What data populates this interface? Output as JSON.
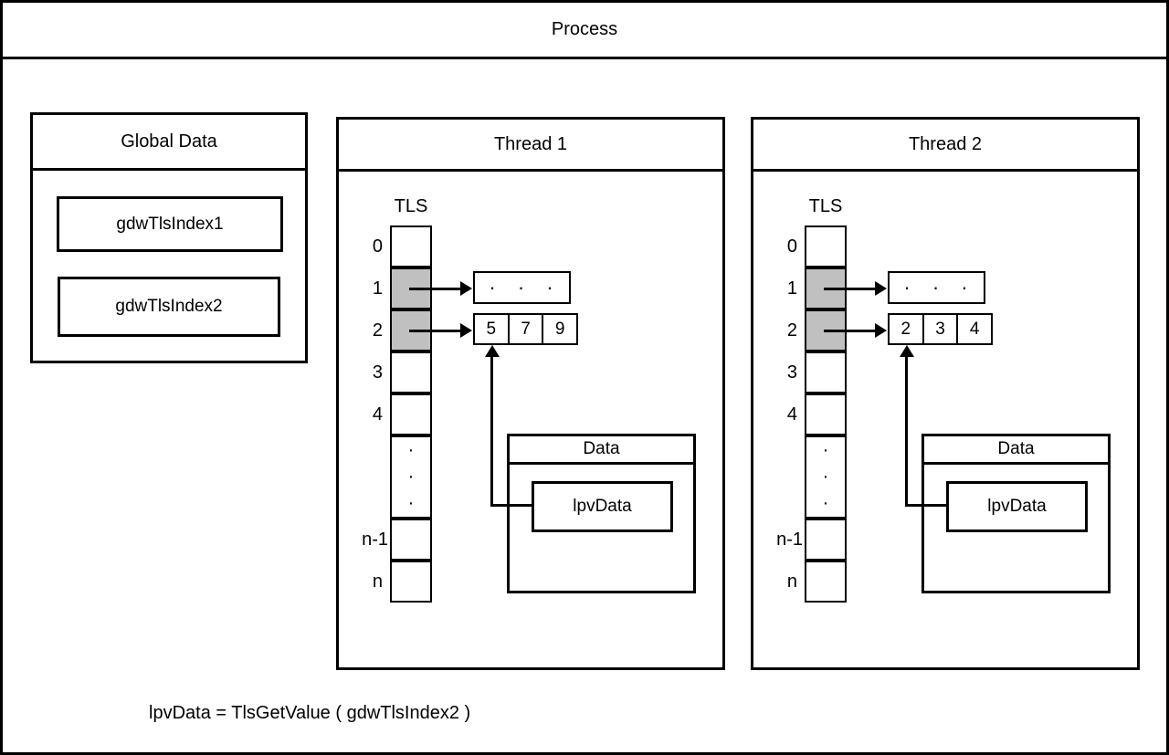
{
  "process": {
    "title": "Process"
  },
  "global_data": {
    "title": "Global Data",
    "items": [
      "gdwTlsIndex1",
      "gdwTlsIndex2"
    ]
  },
  "threads": [
    {
      "title": "Thread 1",
      "tls_label": "TLS",
      "slot_labels": [
        "0",
        "1",
        "2",
        "3",
        "4",
        "n-1",
        "n"
      ],
      "dots": "·\n·\n·",
      "ellipsis": "· · ·",
      "values": [
        "5",
        "7",
        "9"
      ],
      "data_title": "Data",
      "pointer": "lpvData"
    },
    {
      "title": "Thread 2",
      "tls_label": "TLS",
      "slot_labels": [
        "0",
        "1",
        "2",
        "3",
        "4",
        "n-1",
        "n"
      ],
      "dots": "·\n·\n·",
      "ellipsis": "· · ·",
      "values": [
        "2",
        "3",
        "4"
      ],
      "data_title": "Data",
      "pointer": "lpvData"
    }
  ],
  "formula": "lpvData = TlsGetValue ( gdwTlsIndex2 )",
  "colors": {
    "highlight": "#c0c0c0",
    "line": "#000000",
    "background": "#ffffff"
  }
}
